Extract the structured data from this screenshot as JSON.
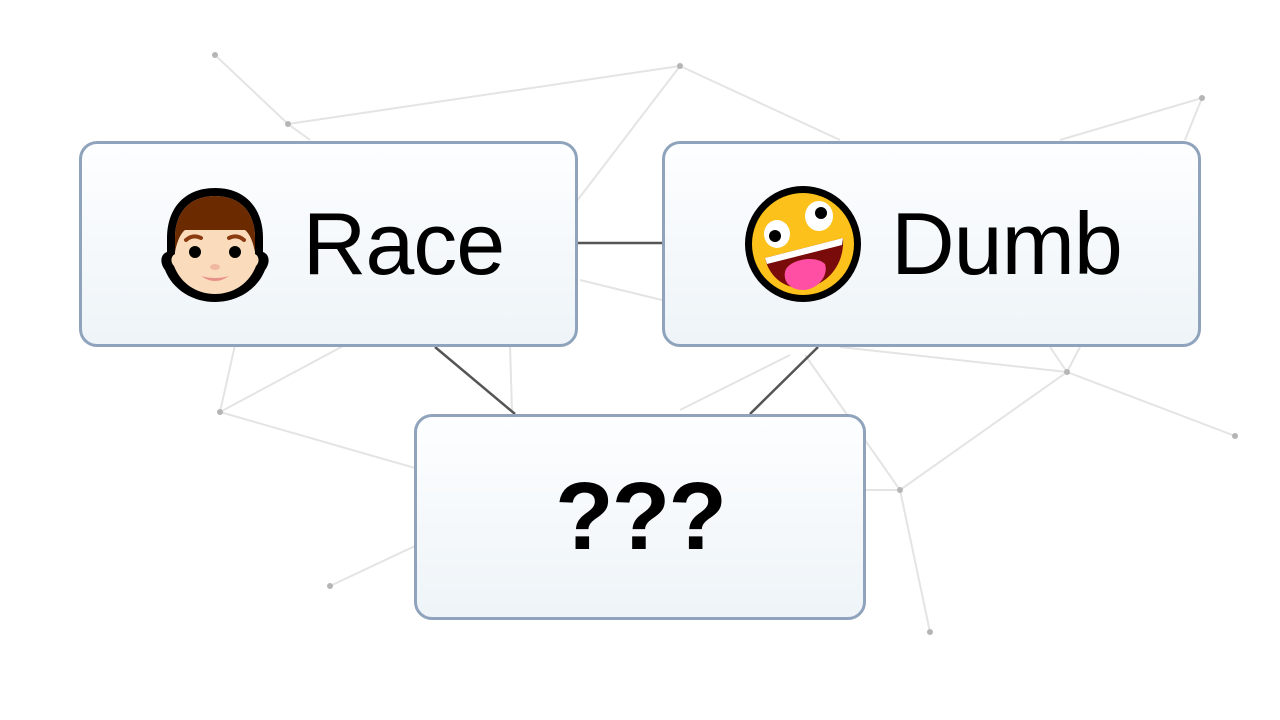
{
  "diagram": {
    "nodes": [
      {
        "id": "race",
        "label": "Race",
        "icon": "man-face-emoji"
      },
      {
        "id": "dumb",
        "label": "Dumb",
        "icon": "zany-face-emoji"
      },
      {
        "id": "result",
        "label": "???"
      }
    ],
    "edges": [
      {
        "from": "race",
        "to": "dumb"
      },
      {
        "from": "race",
        "to": "result"
      },
      {
        "from": "dumb",
        "to": "result"
      }
    ]
  },
  "colors": {
    "node_border": "#8fa4bc",
    "node_fill_top": "#fdfeff",
    "node_fill_bottom": "#eef4f8",
    "edge": "#555555",
    "background_network": "#e6e6e6",
    "background_dot": "#b0b0b0"
  }
}
